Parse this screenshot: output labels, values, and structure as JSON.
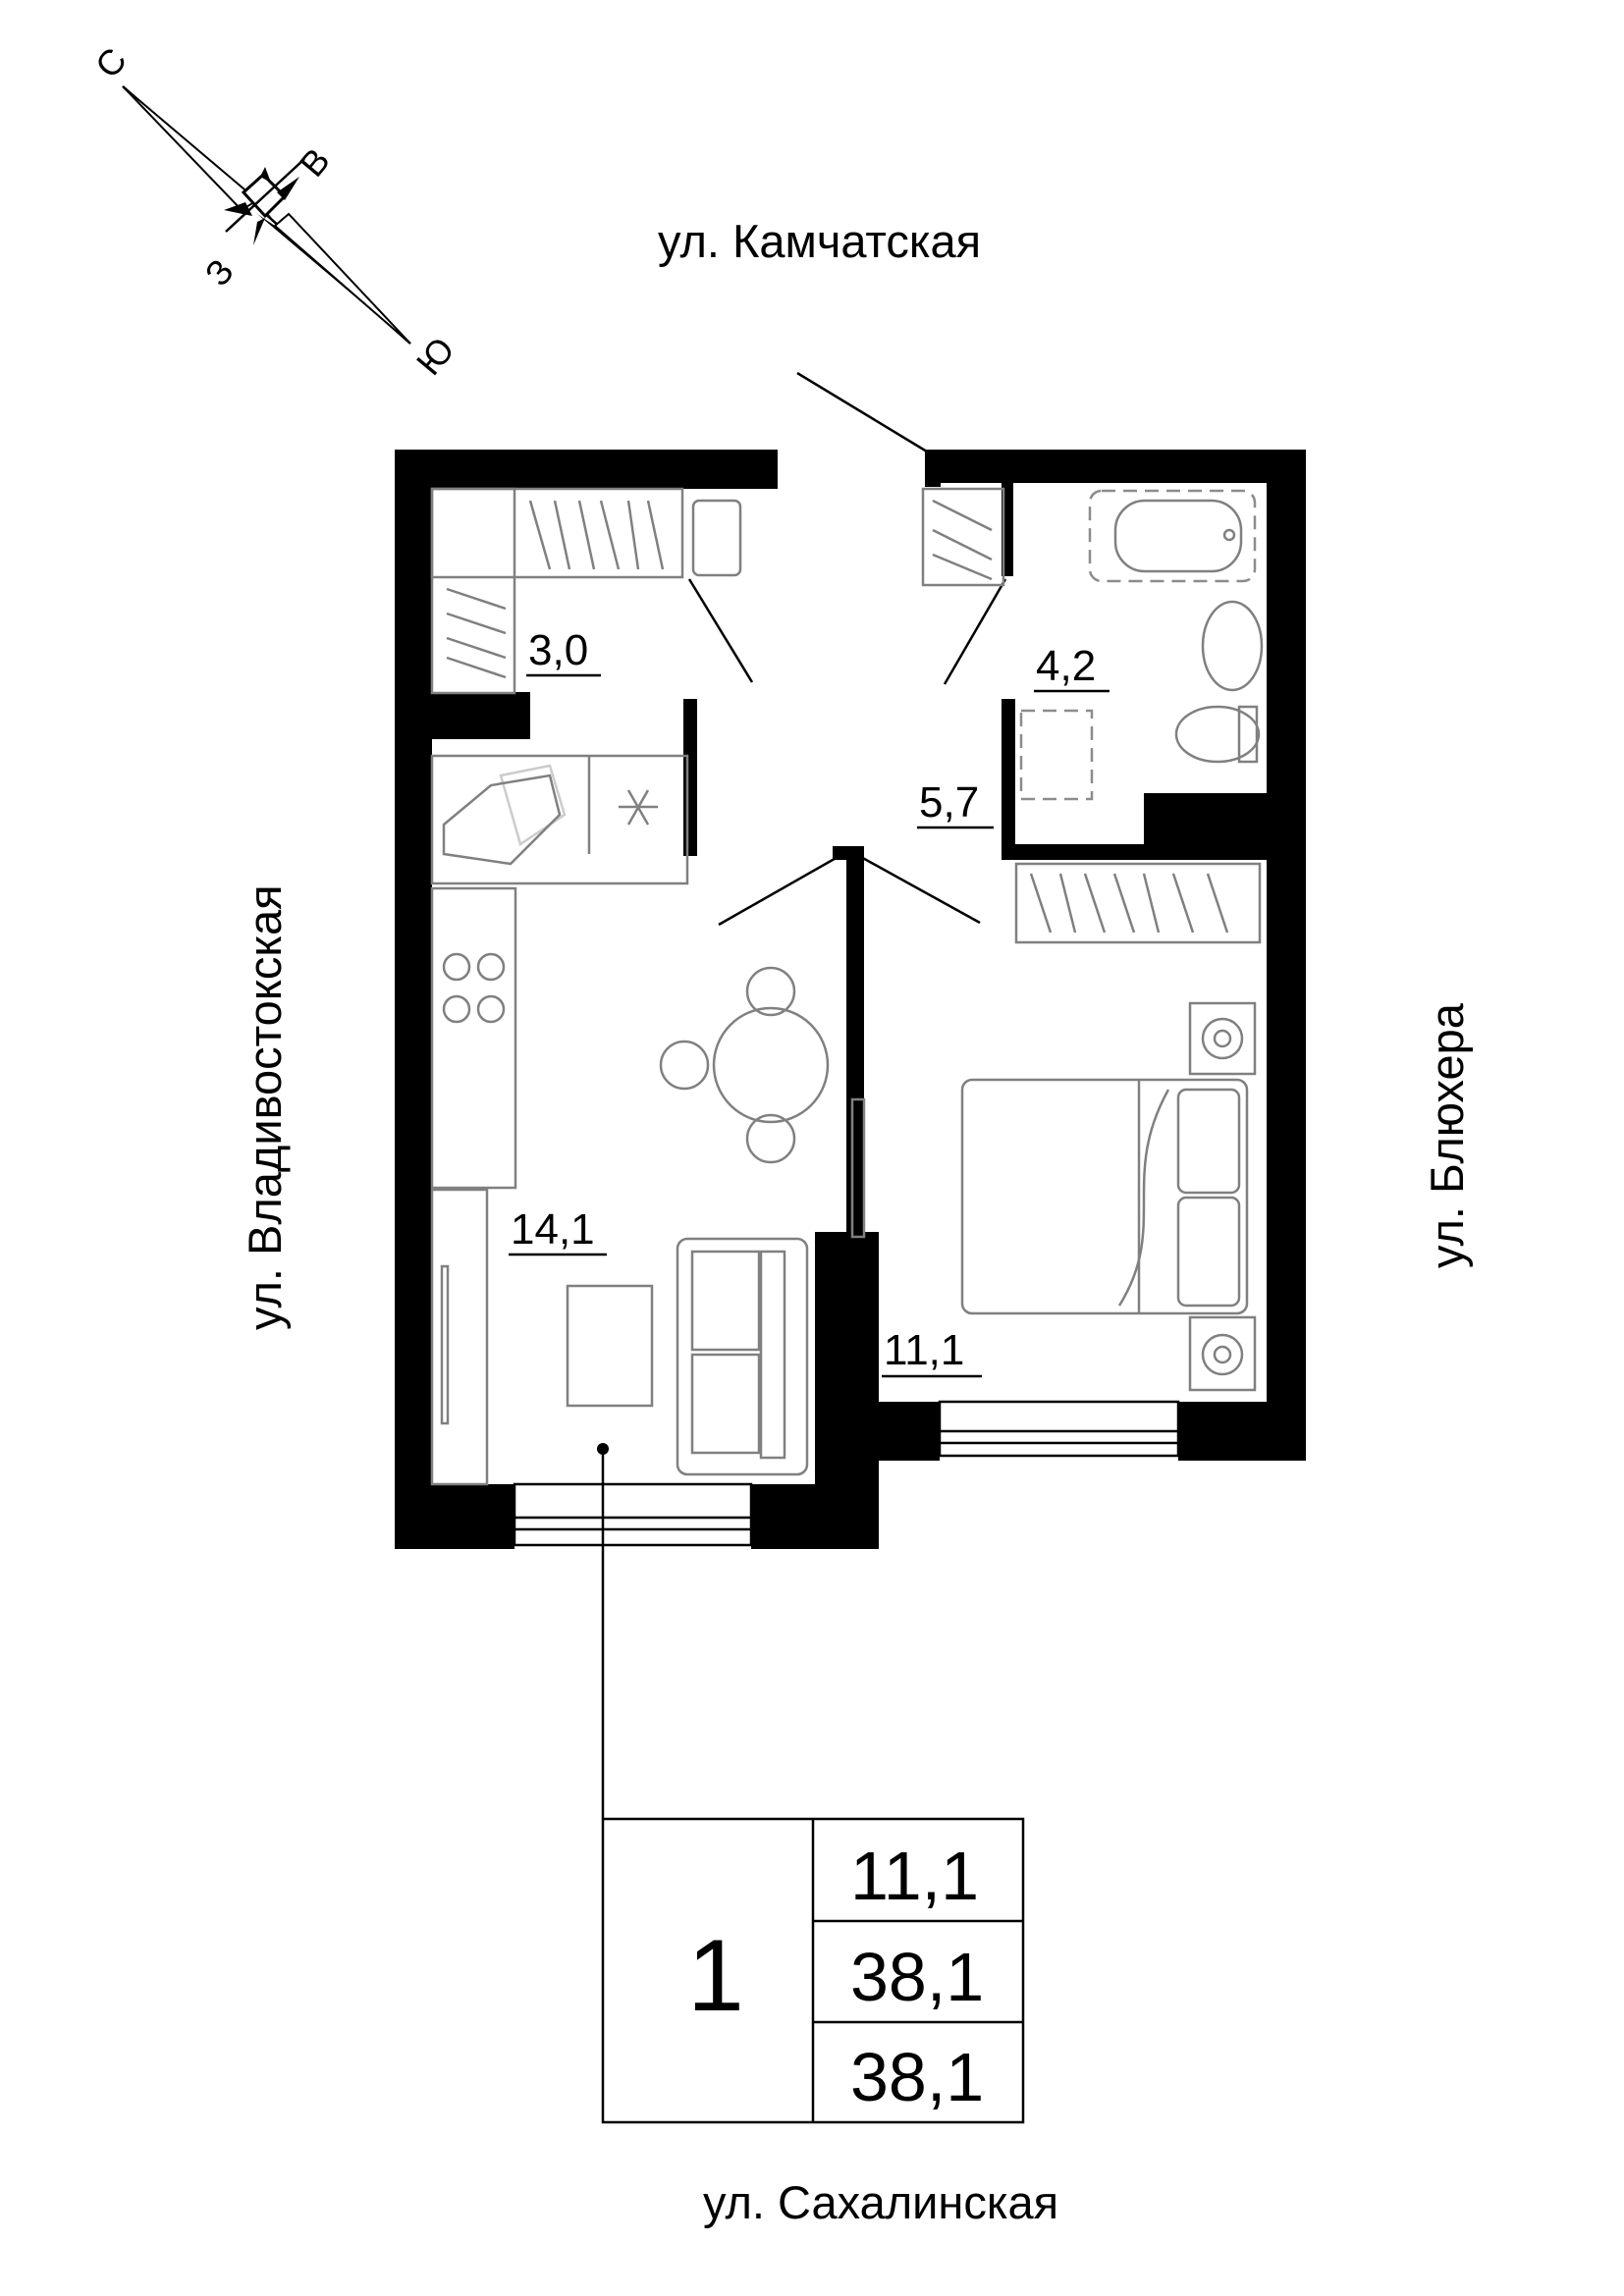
{
  "compass": {
    "north": "С",
    "east": "В",
    "south": "Ю",
    "west": "З"
  },
  "streets": {
    "top": "ул. Камчатская",
    "left": "ул. Владивостокская",
    "right": "ул. Блюхера",
    "bottom": "ул. Сахалинская"
  },
  "rooms": {
    "wardrobe": "3,0",
    "bathroom": "4,2",
    "hall": "5,7",
    "kitchen_living": "14,1",
    "bedroom": "11,1"
  },
  "summary": {
    "rooms_count": "1",
    "living_area": "11,1",
    "total_area": "38,1",
    "total_area_with_balcony": "38,1"
  }
}
